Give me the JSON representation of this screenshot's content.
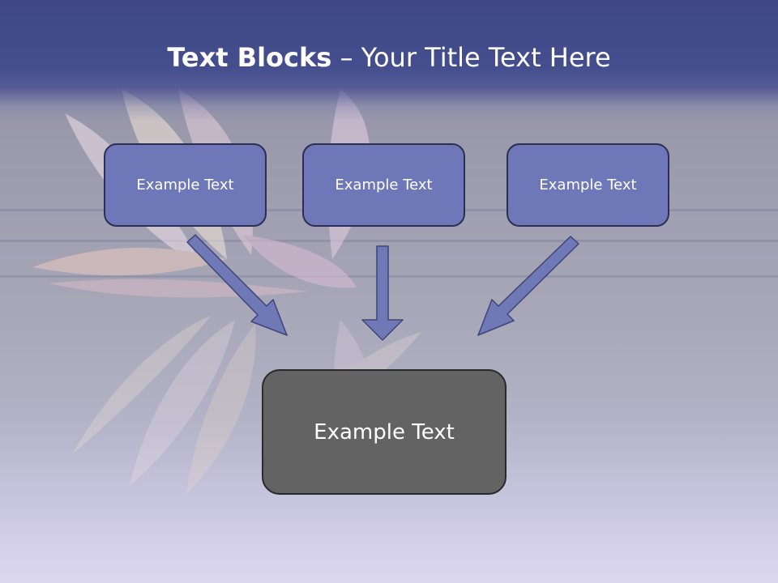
{
  "slide": {
    "title_bold": "Text Blocks",
    "title_dash": " – ",
    "title_rest": "Your Title Text Here"
  },
  "diagram": {
    "source_boxes": [
      {
        "label": "Example Text"
      },
      {
        "label": "Example Text"
      },
      {
        "label": "Example Text"
      }
    ],
    "result_box": {
      "label": "Example Text"
    }
  },
  "colors": {
    "header": "#444e8e",
    "box_fill": "#6e78b8",
    "box_border": "#2b2f55",
    "arrow_fill": "#6f79b6",
    "result_fill": "#636363"
  }
}
